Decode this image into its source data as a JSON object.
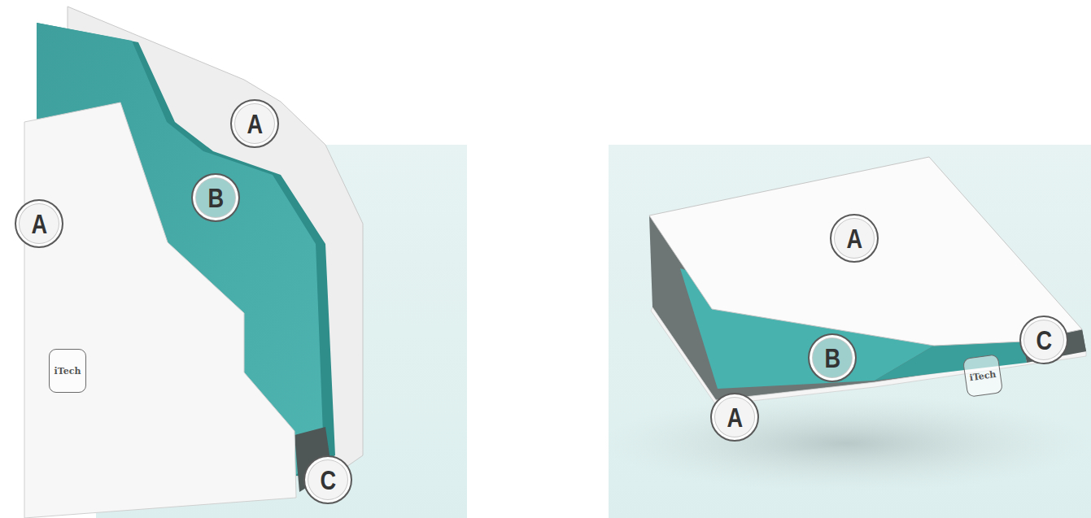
{
  "diagram": {
    "nodes": [
      {
        "text": [
          "A"
        ]
      },
      {
        "text": [
          "A"
        ]
      },
      {
        "text": [
          "B"
        ]
      },
      {
        "text": [
          "iTech"
        ]
      },
      {
        "text": [
          "C"
        ]
      },
      {
        "text": [
          "A"
        ]
      },
      {
        "text": [
          "iTech"
        ]
      },
      {
        "text": [
          "C"
        ]
      },
      {
        "text": [
          "B"
        ]
      },
      {
        "text": [
          "A"
        ]
      }
    ]
  }
}
